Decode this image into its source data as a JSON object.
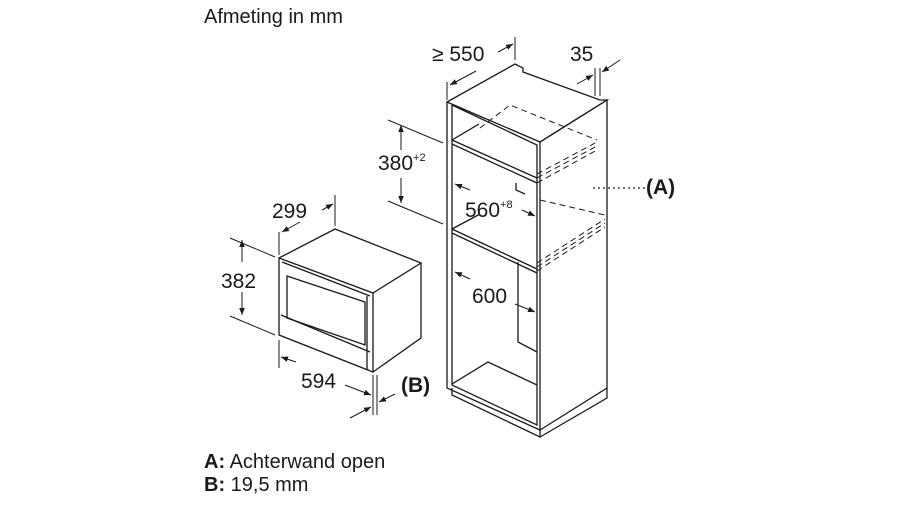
{
  "title": "Afmeting in mm",
  "dimensions": {
    "cabinet_depth": "≥ 550",
    "cabinet_offset": "35",
    "niche_height": "380",
    "niche_height_tol": "+2",
    "niche_width": "560",
    "niche_width_tol": "+8",
    "cabinet_width": "600",
    "appliance_depth": "299",
    "appliance_height": "382",
    "appliance_width": "594"
  },
  "callouts": {
    "a": "(A)",
    "b": "(B)"
  },
  "legend": [
    {
      "key": "A:",
      "text": " Achterwand open"
    },
    {
      "key": "B:",
      "text": " 19,5 mm"
    }
  ]
}
